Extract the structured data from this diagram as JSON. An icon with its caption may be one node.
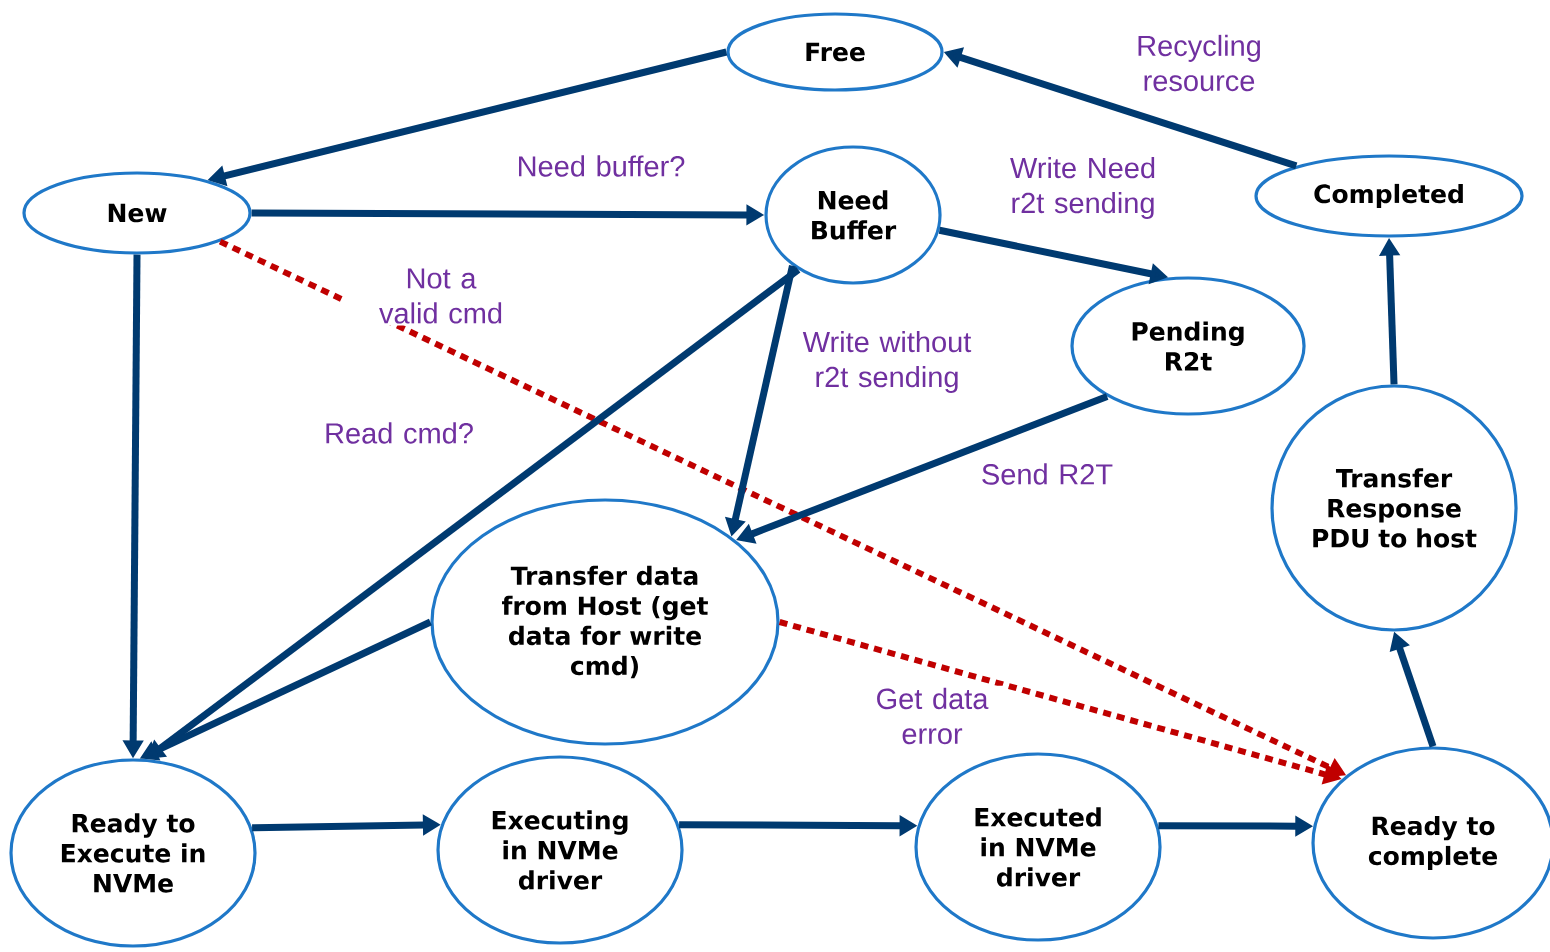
{
  "diagram": {
    "nodes": [
      {
        "text": [
          "Free"
        ]
      },
      {
        "text": [
          "New"
        ]
      },
      {
        "text": [
          "Need Buffer"
        ]
      },
      {
        "text": [
          "Completed"
        ]
      },
      {
        "text": [
          "Pending R2t"
        ]
      },
      {
        "text": [
          "Transfer Response PDU to host"
        ]
      },
      {
        "text": [
          "Transfer data from Host (get data for write cmd)"
        ]
      },
      {
        "text": [
          "Ready to Execute in NVMe"
        ]
      },
      {
        "text": [
          "Executing in NVMe driver"
        ]
      },
      {
        "text": [
          "Executed in NVMe driver"
        ]
      },
      {
        "text": [
          "Ready to complete"
        ]
      }
    ],
    "edges": [
      {
        "from": 0,
        "to": 1,
        "arrow": "to"
      },
      {
        "from": 1,
        "to": 2,
        "arrow": "to",
        "label": "Need buffer?"
      },
      {
        "from": 1,
        "to": 7,
        "arrow": "to"
      },
      {
        "from": 1,
        "to": 10,
        "arrow": "to",
        "label": "Not a valid cmd",
        "style": "dashed",
        "color": "#c00000"
      },
      {
        "from": 2,
        "to": 4,
        "arrow": "to",
        "label": "Write Need r2t sending"
      },
      {
        "from": 2,
        "to": 6,
        "arrow": "to",
        "label": "Write without r2t sending"
      },
      {
        "from": 2,
        "to": 7,
        "arrow": "to",
        "label": "Read cmd?"
      },
      {
        "from": 4,
        "to": 6,
        "arrow": "to",
        "label": "Send R2T"
      },
      {
        "from": 6,
        "to": 7,
        "arrow": "to"
      },
      {
        "from": 6,
        "to": 10,
        "arrow": "to",
        "label": "Get data error",
        "style": "dashed",
        "color": "#c00000"
      },
      {
        "from": 7,
        "to": 8,
        "arrow": "to"
      },
      {
        "from": 8,
        "to": 9,
        "arrow": "to"
      },
      {
        "from": 9,
        "to": 10,
        "arrow": "to"
      },
      {
        "from": 10,
        "to": 5,
        "arrow": "to"
      },
      {
        "from": 5,
        "to": 3,
        "arrow": "to"
      },
      {
        "from": 3,
        "to": 0,
        "arrow": "to",
        "label": "Recycling resource"
      }
    ]
  }
}
